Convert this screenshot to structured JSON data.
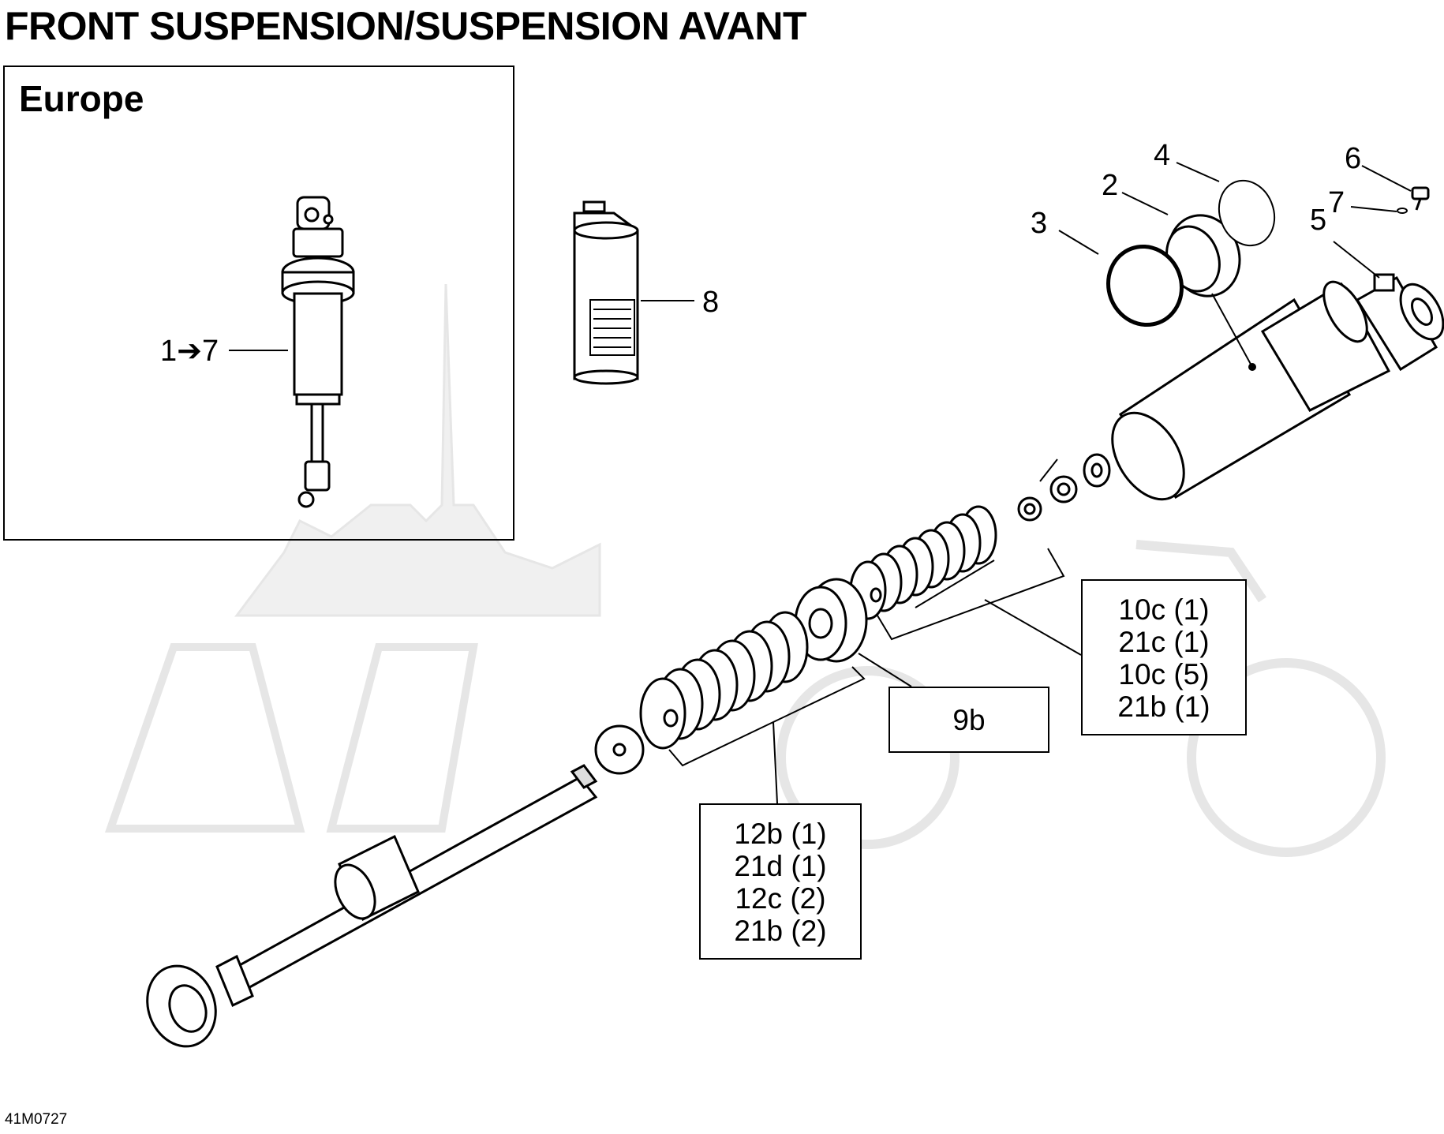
{
  "title": "FRONT SUSPENSION/SUSPENSION AVANT",
  "inset": {
    "label": "Europe",
    "callout": "1➔7"
  },
  "callouts": {
    "c2": "2",
    "c3": "3",
    "c4": "4",
    "c5": "5",
    "c6": "6",
    "c7": "7",
    "c8": "8"
  },
  "box_upper": {
    "lines": [
      "10c (1)",
      "21c (1)",
      "10c (5)",
      "21b (1)"
    ]
  },
  "box_mid": {
    "lines": [
      "9b"
    ]
  },
  "box_lower": {
    "lines": [
      "12b (1)",
      "21d (1)",
      "12c (2)",
      "21b (2)"
    ]
  },
  "diagram_code": "41M0727",
  "icons": {
    "shock": "shock-absorber-icon",
    "oil": "oil-bottle-icon"
  }
}
